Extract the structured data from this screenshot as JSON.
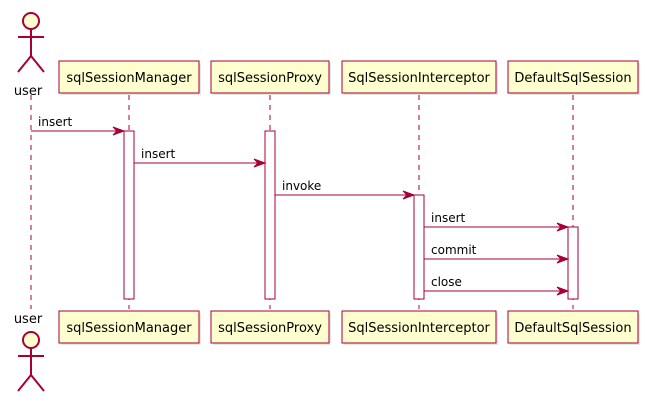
{
  "diagram": {
    "type": "sequence",
    "colors": {
      "participant_fill": "#FEFECE",
      "participant_border": "#A80036",
      "line": "#A80036",
      "text": "#000000",
      "background": "#FFFFFF"
    },
    "participants": [
      {
        "id": "user",
        "label": "user",
        "kind": "actor"
      },
      {
        "id": "mgr",
        "label": "sqlSessionManager",
        "kind": "participant"
      },
      {
        "id": "proxy",
        "label": "sqlSessionProxy",
        "kind": "participant"
      },
      {
        "id": "interceptor",
        "label": "SqlSessionInterceptor",
        "kind": "participant"
      },
      {
        "id": "session",
        "label": "DefaultSqlSession",
        "kind": "participant"
      }
    ],
    "messages": [
      {
        "from": "user",
        "to": "mgr",
        "label": "insert"
      },
      {
        "from": "mgr",
        "to": "proxy",
        "label": "insert"
      },
      {
        "from": "proxy",
        "to": "interceptor",
        "label": "invoke"
      },
      {
        "from": "interceptor",
        "to": "session",
        "label": "insert"
      },
      {
        "from": "interceptor",
        "to": "session",
        "label": "commit"
      },
      {
        "from": "interceptor",
        "to": "session",
        "label": "close"
      }
    ],
    "activations": [
      {
        "participant": "mgr",
        "starts_at_message": 0
      },
      {
        "participant": "proxy",
        "starts_at_message": 0
      },
      {
        "participant": "interceptor",
        "starts_at_message": 2
      },
      {
        "participant": "session",
        "starts_at_message": 3
      }
    ]
  }
}
